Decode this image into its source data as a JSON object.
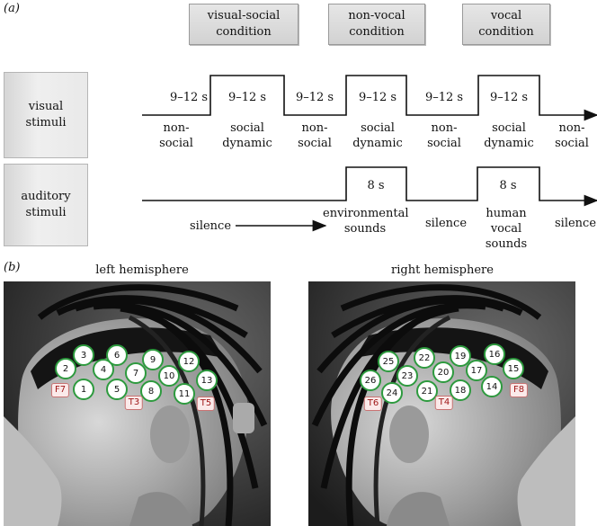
{
  "panel_a": {
    "tag": "(a)",
    "conditions": [
      "visual-social condition",
      "non-vocal condition",
      "vocal condition"
    ],
    "row_labels": {
      "visual": "visual stimuli",
      "auditory": "auditory stimuli"
    },
    "visual_durations": [
      "9–12 s",
      "9–12 s",
      "9–12 s",
      "9–12 s",
      "9–12 s",
      "9–12 s"
    ],
    "visual_states": [
      "non-social",
      "social dynamic",
      "non-social",
      "social dynamic",
      "non-social",
      "social dynamic",
      "non-social"
    ],
    "auditory_durations": [
      "8 s",
      "8 s"
    ],
    "auditory_states": [
      "silence",
      "environmental sounds",
      "silence",
      "human vocal sounds",
      "silence"
    ]
  },
  "panel_b": {
    "tag": "(b)",
    "left_title": "left hemisphere",
    "right_title": "right hemisphere",
    "left_electrodes": [
      "1",
      "2",
      "3",
      "4",
      "5",
      "6",
      "7",
      "8",
      "9",
      "10",
      "11",
      "12",
      "13"
    ],
    "left_sites": [
      "F7",
      "T3",
      "T5"
    ],
    "right_electrodes": [
      "14",
      "15",
      "16",
      "17",
      "18",
      "19",
      "20",
      "21",
      "22",
      "23",
      "24",
      "25",
      "26"
    ],
    "right_sites": [
      "T6",
      "T4",
      "F8"
    ],
    "colors": {
      "electrode_ring": "#2d9a3e",
      "site_label": "#a01818"
    }
  }
}
